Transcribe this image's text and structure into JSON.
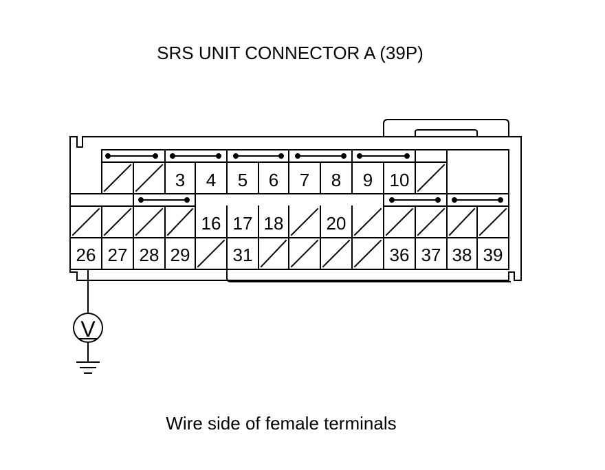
{
  "diagram": {
    "title": "SRS UNIT CONNECTOR A (39P)",
    "caption": "Wire side of female terminals",
    "meter_symbol": "V",
    "rows": [
      {
        "cells": [
          "",
          "",
          "3",
          "4",
          "5",
          "6",
          "7",
          "8",
          "9",
          "10",
          ""
        ]
      },
      {
        "cells": [
          "",
          "",
          "",
          "",
          "16",
          "17",
          "18",
          "",
          "20",
          "",
          "",
          "",
          "",
          ""
        ]
      },
      {
        "cells": [
          "26",
          "27",
          "28",
          "29",
          "",
          "31",
          "",
          "",
          "",
          "",
          "36",
          "37",
          "38",
          "39"
        ]
      }
    ]
  },
  "colors": {
    "line": "#000000",
    "background": "#ffffff"
  }
}
